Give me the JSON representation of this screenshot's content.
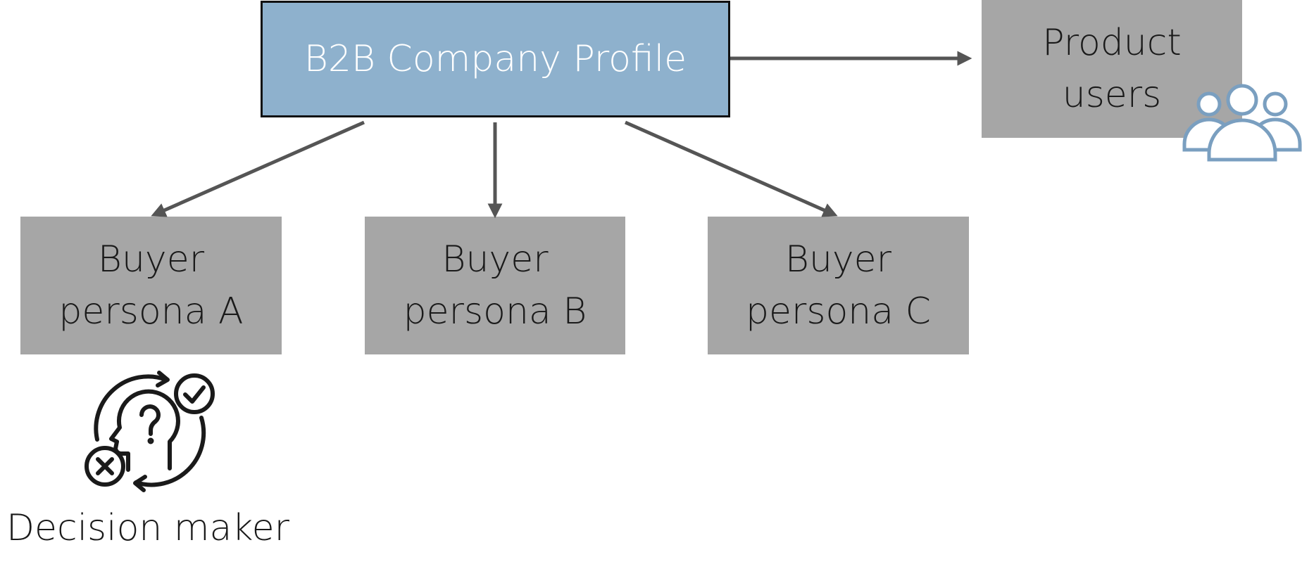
{
  "colors": {
    "main_fill": "#8eb1cd",
    "box_fill": "#a6a6a6",
    "arrow": "#555555",
    "people_icon": "#7a9fc0",
    "decision_icon": "#1a1a1a"
  },
  "nodes": {
    "company_profile": "B2B Company Profile",
    "product_users": "Product\nusers",
    "persona_a": "Buyer\npersona A",
    "persona_b": "Buyer\npersona B",
    "persona_c": "Buyer\npersona C"
  },
  "icons": {
    "people": "people-group-icon",
    "decision": "decision-maker-icon"
  },
  "caption": "Decision maker"
}
